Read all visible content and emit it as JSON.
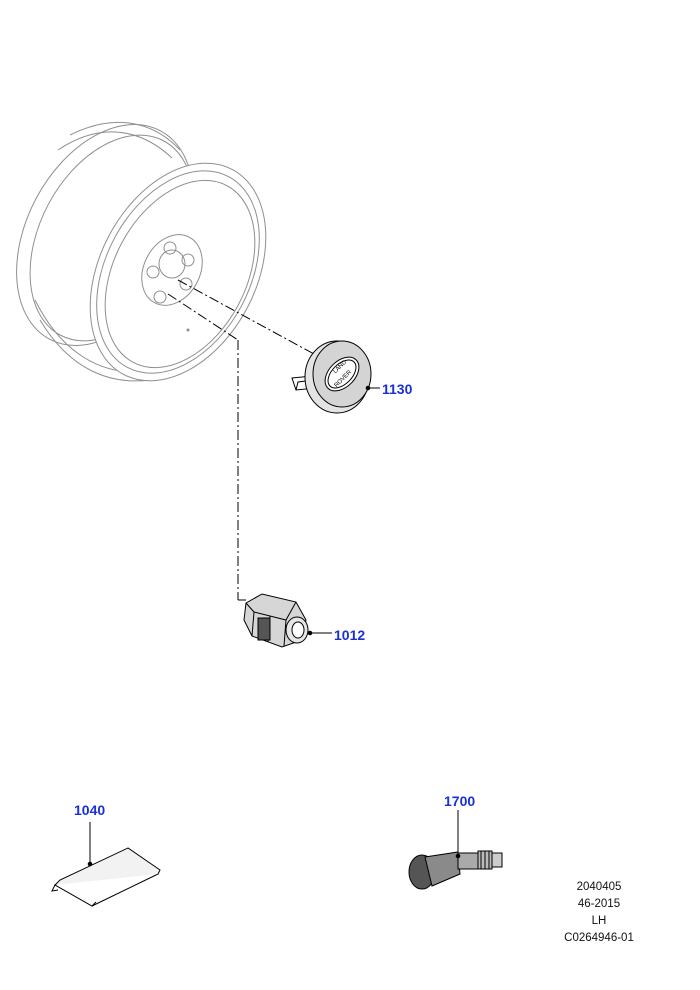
{
  "callouts": {
    "hub_cap": "1130",
    "wheel_nut": "1012",
    "weight": "1040",
    "valve": "1700"
  },
  "hub_cap_logo": {
    "line1": "LAND",
    "line2": "ROVER"
  },
  "footer": {
    "line1": "2040405",
    "line2": "46-2015",
    "line3": "LH",
    "line4": "C0264946-01"
  },
  "colors": {
    "callout": "#1a2fd6",
    "line": "#000000",
    "wheel_outline": "#9a9a9a"
  }
}
